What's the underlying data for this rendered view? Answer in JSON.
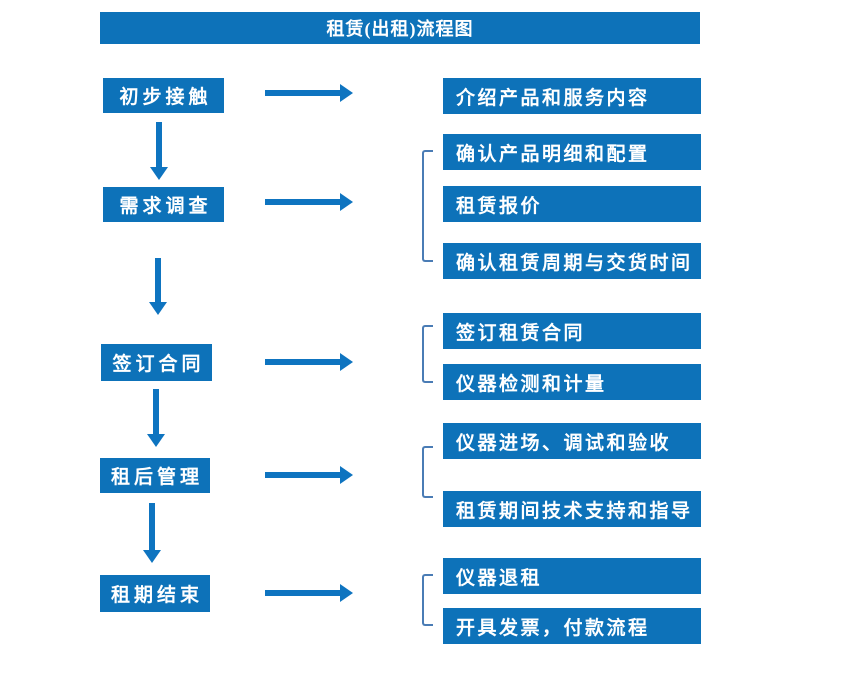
{
  "title": "租赁(出租)流程图",
  "colors": {
    "box_blue": "#0d72b9",
    "arrow_blue": "#0e74c0",
    "bracket_blue": "#4a7cb5",
    "text": "#ffffff",
    "background": "#ffffff"
  },
  "flow": {
    "direction": "top-to-bottom, each step branches right to its outputs",
    "steps": [
      {
        "label": "初步接触",
        "outputs": [
          "介绍产品和服务内容"
        ]
      },
      {
        "label": "需求调查",
        "outputs": [
          "确认产品明细和配置",
          "租赁报价",
          "确认租赁周期与交货时间"
        ]
      },
      {
        "label": "签订合同",
        "outputs": [
          "签订租赁合同",
          "仪器检测和计量"
        ]
      },
      {
        "label": "租后管理",
        "outputs": [
          "仪器进场、调试和验收",
          "租赁期间技术支持和指导"
        ]
      },
      {
        "label": "租期结束",
        "outputs": [
          "仪器退租",
          "开具发票，付款流程"
        ]
      }
    ]
  }
}
